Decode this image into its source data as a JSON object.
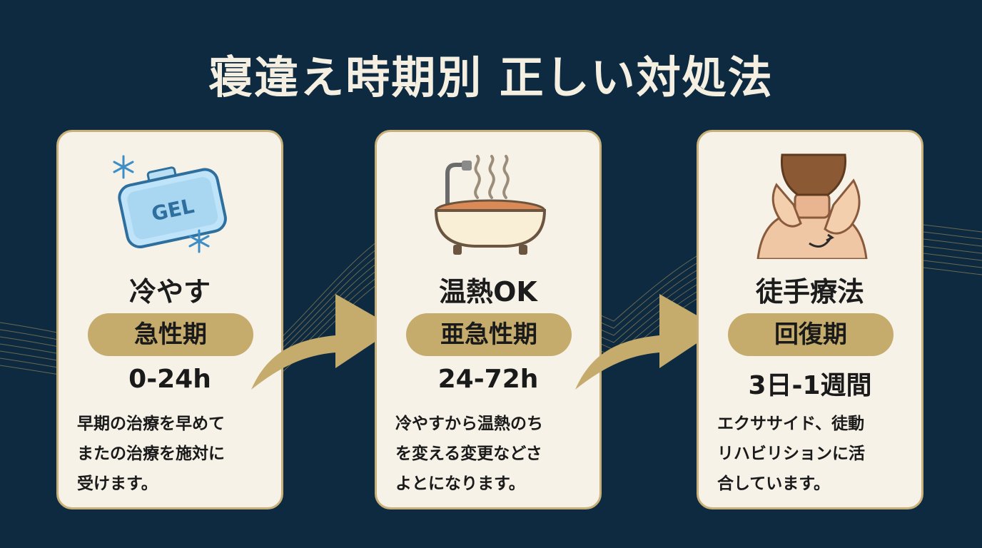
{
  "title": "寝違え時期別 正しい対処法",
  "colors": {
    "background": "#0d2a40",
    "card": "#f6f2e8",
    "card_border": "#c8b078",
    "accent_gold": "#c5ab6c",
    "text_dark": "#1a1a1a",
    "title_text": "#f5efe2"
  },
  "cards": [
    {
      "icon": "ice-gel-pack-icon",
      "gel_text": "GEL",
      "label": "冷やす",
      "phase": "急性期",
      "time": "0-24h",
      "desc_lines": [
        "早期の治療を早めて",
        "またの治療を施対に",
        "受けます。"
      ]
    },
    {
      "icon": "hot-bath-icon",
      "label": "温熱OK",
      "phase": "亜急性期",
      "time": "24-72h",
      "desc_lines": [
        "冷やすから温熱のち",
        "を変える変更などさ",
        "よとになります。"
      ]
    },
    {
      "icon": "massage-therapy-icon",
      "label": "徒手療法",
      "phase": "回復期",
      "time": "3日-1週間",
      "desc_lines": [
        "エクササイド、徒動",
        "リハビリションに活",
        "合しています。"
      ]
    }
  ],
  "arrows": [
    "arrow-right-icon",
    "arrow-right-icon"
  ]
}
